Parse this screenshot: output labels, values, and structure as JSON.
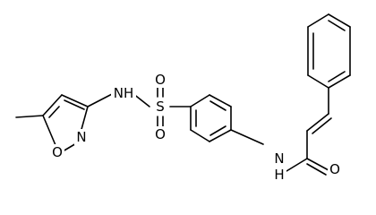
{
  "molecule": {
    "atoms": {
      "methyl_label": "",
      "ring_oxygen": "O",
      "ring_nitrogen": "N",
      "sulfonamide_nh": "NH",
      "sulfur": "S",
      "sulfonyl_oxygen_top": "O",
      "sulfonyl_oxygen_bottom": "O",
      "amide_nh": "N",
      "amide_h": "H",
      "carbonyl_oxygen": "O"
    },
    "colors": {
      "bond": "#000000",
      "text": "#000000",
      "background": "#ffffff"
    }
  }
}
